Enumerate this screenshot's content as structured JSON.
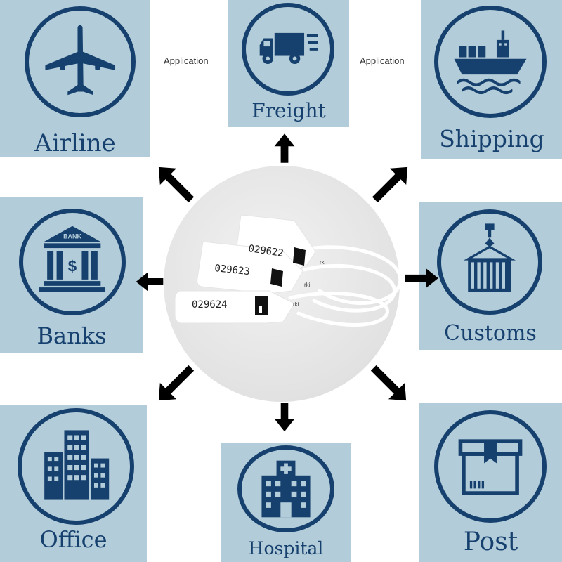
{
  "colors": {
    "tile_bg": "#b3ccd9",
    "navy": "#16406e",
    "arrow": "#000000",
    "seal": "#ffffff"
  },
  "notes": {
    "left": "Application",
    "right": "Application"
  },
  "tiles": {
    "airline": {
      "label": "Airline",
      "icon": "airplane-icon"
    },
    "freight": {
      "label": "Freight",
      "icon": "truck-icon"
    },
    "shipping": {
      "label": "Shipping",
      "icon": "cargo-ship-icon"
    },
    "banks": {
      "label": "Banks",
      "icon": "bank-icon"
    },
    "customs": {
      "label": "Customs",
      "icon": "crane-container-icon"
    },
    "office": {
      "label": "Office",
      "icon": "office-building-icon"
    },
    "hospital": {
      "label": "Hospital",
      "icon": "hospital-icon"
    },
    "post": {
      "label": "Post",
      "icon": "parcel-box-icon"
    }
  },
  "center": {
    "seals": [
      {
        "number": "029622",
        "brand": "rki"
      },
      {
        "number": "029623",
        "brand": "rki"
      },
      {
        "number": "029624",
        "brand": "rki"
      }
    ],
    "bank_sign": "BANK"
  }
}
